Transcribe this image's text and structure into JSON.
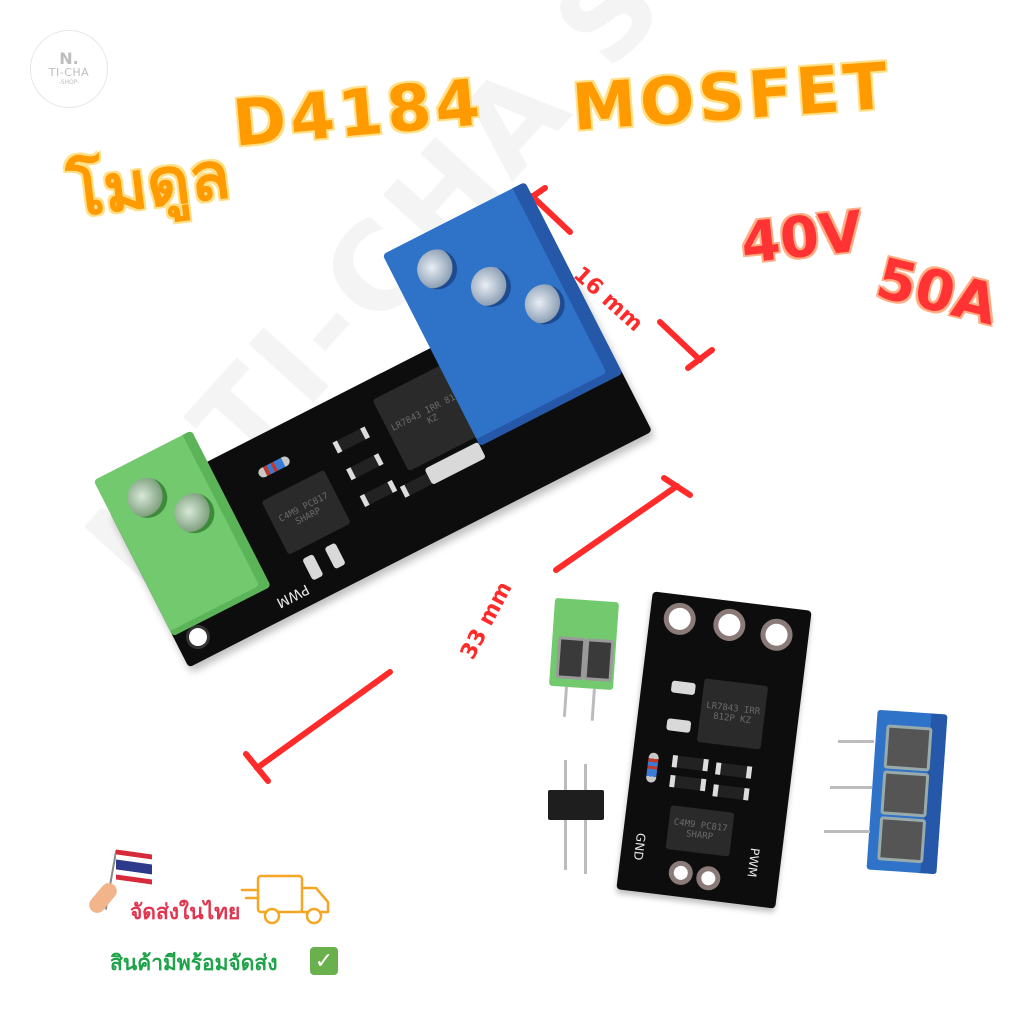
{
  "logo": {
    "line1": "N.",
    "line2": "TI-CHA",
    "line3": "-SHOP-"
  },
  "watermark": "N.TI-CHA SHOP",
  "title": {
    "thai": "โมดูล",
    "model": "D4184",
    "type": "MOSFET"
  },
  "specs": {
    "voltage": "40V",
    "current": "50A"
  },
  "dimensions": {
    "width_label": "16 mm",
    "length_label": "33 mm"
  },
  "board": {
    "silkscreen_pwm": "PWM",
    "silkscreen_gnd": "GND",
    "mosfet_marking": "LR7843 IRR 812P KZ",
    "optocoupler_marking": "C4M9 PC817 SHARP"
  },
  "shipping": {
    "line1": "จัดส่งในไทย",
    "line2": "สินค้ามีพร้อมจัดส่ง",
    "check_icon": "✓"
  },
  "colors": {
    "title_orange": "#ff9a00",
    "spec_red": "#ff3333",
    "dimension_red": "#ff2a2a",
    "terminal_blue": "#2f73c9",
    "terminal_green": "#72c96e",
    "pcb_black": "#0d0d0d",
    "ship_pink": "#e0344f",
    "ship_green": "#1fa34a",
    "truck_orange": "#f5a623"
  }
}
